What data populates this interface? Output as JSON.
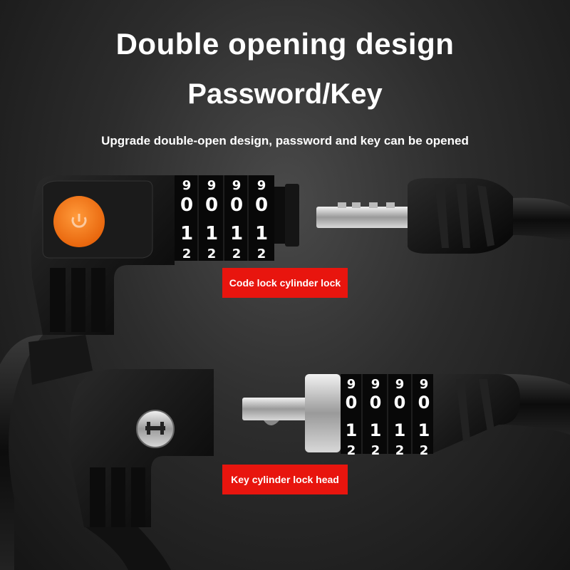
{
  "headline": "Double opening design",
  "subheadline": "Password/Key",
  "description": "Upgrade double-open design, password and key can be opened",
  "labels": {
    "code_lock": "Code lock cylinder lock",
    "key_lock": "Key cylinder lock head"
  },
  "dials": {
    "rows": [
      "9",
      "0",
      "1",
      "2"
    ],
    "count": 4
  },
  "colors": {
    "accent_button": "#f07a1a",
    "label_bg": "#e8150e"
  },
  "icons": {
    "power_button": "power-icon",
    "keyhole": "keyhole-icon"
  }
}
